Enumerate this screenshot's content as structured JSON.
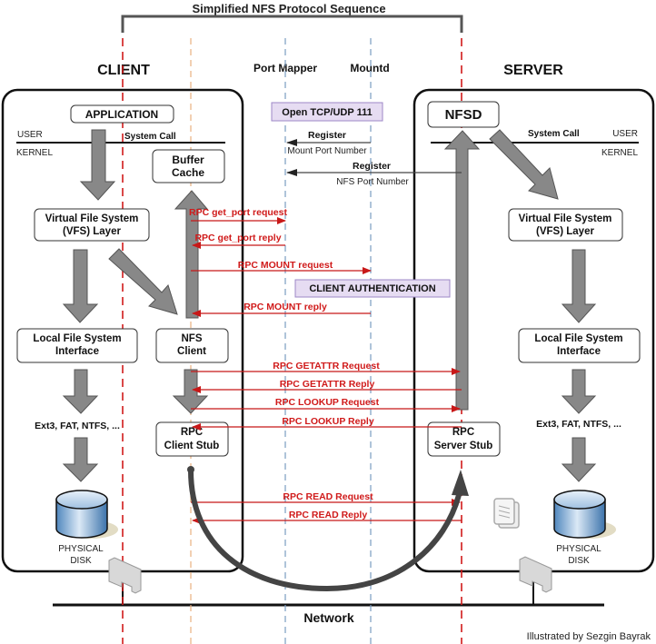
{
  "title": "Simplified NFS Protocol Sequence",
  "credit": "Illustrated by Sezgin Bayrak",
  "colors": {
    "message": "#d01a1a",
    "client_lifeline": "#d01a1a",
    "nfs_client_lifeline": "#e8b080",
    "daemon_lifeline": "#7a9cc0",
    "arrow_fill": "#888888",
    "highlight_box": "#e6dcf2",
    "highlight_border": "#9d87c7"
  },
  "columns": {
    "client": "CLIENT",
    "port_mapper": "Port Mapper",
    "mountd": "Mountd",
    "server": "SERVER"
  },
  "client": {
    "application": "APPLICATION",
    "user": "USER",
    "kernel": "KERNEL",
    "system_call": "System Call",
    "buffer_cache": [
      "Buffer",
      "Cache"
    ],
    "vfs": [
      "Virtual File System",
      "(VFS) Layer"
    ],
    "local_fs": [
      "Local File System",
      "Interface"
    ],
    "nfs_client": [
      "NFS",
      "Client"
    ],
    "filesystems": "Ext3, FAT, NTFS, ...",
    "rpc_stub": [
      "RPC",
      "Client Stub"
    ],
    "disk": [
      "PHYSICAL",
      "DISK"
    ]
  },
  "server": {
    "nfsd": "NFSD",
    "user": "USER",
    "kernel": "KERNEL",
    "system_call": "System Call",
    "vfs": [
      "Virtual File System",
      "(VFS) Layer"
    ],
    "local_fs": [
      "Local File System",
      "Interface"
    ],
    "filesystems": "Ext3, FAT, NTFS, ...",
    "rpc_stub": [
      "RPC",
      "Server Stub"
    ],
    "disk": [
      "PHYSICAL",
      "DISK"
    ]
  },
  "notes": {
    "open_port": "Open TCP/UDP 111",
    "client_auth": "CLIENT AUTHENTICATION"
  },
  "registrations": [
    {
      "label": "Register",
      "sublabel": "Mount Port Number",
      "from": "mountd",
      "to": "port_mapper"
    },
    {
      "label": "Register",
      "sublabel": "NFS Port Number",
      "from": "nfsd",
      "to": "port_mapper"
    }
  ],
  "messages": [
    {
      "label": "RPC get_port request",
      "from": "nfs_client",
      "to": "port_mapper"
    },
    {
      "label": "RPC get_port reply",
      "from": "port_mapper",
      "to": "nfs_client"
    },
    {
      "label": "RPC MOUNT request",
      "from": "nfs_client",
      "to": "mountd"
    },
    {
      "label": "RPC MOUNT reply",
      "from": "mountd",
      "to": "nfs_client"
    },
    {
      "label": "RPC GETATTR Request",
      "from": "nfs_client",
      "to": "nfsd"
    },
    {
      "label": "RPC GETATTR Reply",
      "from": "nfsd",
      "to": "nfs_client"
    },
    {
      "label": "RPC LOOKUP Request",
      "from": "nfs_client",
      "to": "nfsd"
    },
    {
      "label": "RPC LOOKUP Reply",
      "from": "nfsd",
      "to": "nfs_client"
    },
    {
      "label": "RPC READ Request",
      "from": "nfs_client",
      "to": "nfsd"
    },
    {
      "label": "RPC READ Reply",
      "from": "nfsd",
      "to": "nfs_client"
    }
  ],
  "network": "Network"
}
